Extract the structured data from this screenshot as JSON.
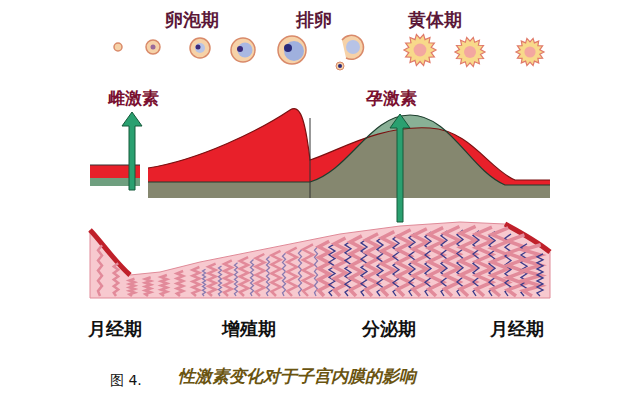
{
  "diagram": {
    "caption": "性激素变化对于子宫内膜的影响",
    "labels": [
      "卵泡期",
      "排卵",
      "黄体期",
      "雌激素",
      "孕激素",
      "月经期",
      "增殖期",
      "分泌期",
      "月经期",
      "图 4."
    ]
  }
}
